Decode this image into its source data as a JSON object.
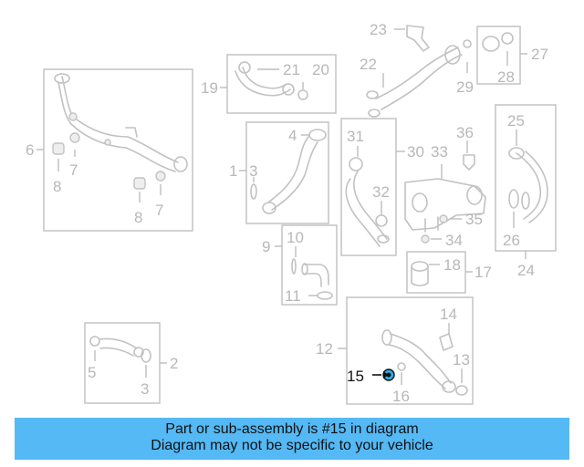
{
  "diagram": {
    "labels": {
      "l1": "1",
      "l2": "2",
      "l3a": "3",
      "l3b": "3",
      "l4": "4",
      "l5": "5",
      "l6": "6",
      "l7a": "7",
      "l7b": "7",
      "l8a": "8",
      "l8b": "8",
      "l9": "9",
      "l10": "10",
      "l11": "11",
      "l12": "12",
      "l13": "13",
      "l14": "14",
      "l15": "15",
      "l16": "16",
      "l17": "17",
      "l18": "18",
      "l19": "19",
      "l20": "20",
      "l21": "21",
      "l22": "22",
      "l23": "23",
      "l24": "24",
      "l25": "25",
      "l26": "26",
      "l27": "27",
      "l28": "28",
      "l29": "29",
      "l30": "30",
      "l31": "31",
      "l32": "32",
      "l33": "33",
      "l34": "34",
      "l35": "35",
      "l36": "36"
    },
    "highlight_part": "15"
  },
  "banner": {
    "line1": "Part or sub-assembly is #15 in diagram",
    "line2": "Diagram may not be specific to your vehicle",
    "color": "#54b9f5"
  }
}
